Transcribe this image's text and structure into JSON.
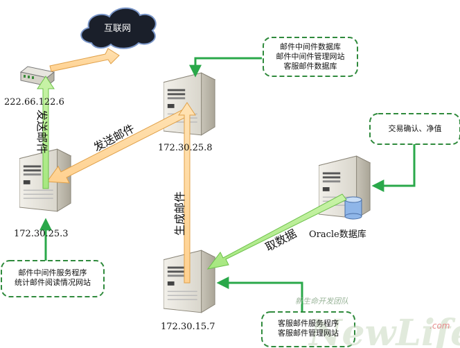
{
  "internet_label": "互联网",
  "nodes": {
    "router_ip": "222.66.122.6",
    "center_server_ip": "172.30.25.8",
    "left_server_ip": "172.30.25.3",
    "bottom_server_ip": "172.30.15.7",
    "oracle_label": "Oracle数据库"
  },
  "notes": {
    "top": [
      "邮件中间件数据库",
      "邮件中间件管理网站",
      "客服邮件数据库"
    ],
    "right": [
      "交易确认、净值"
    ],
    "left": [
      "邮件中间件服务程序",
      "统计邮件阅读情况网站"
    ],
    "bottom": [
      "客服邮件服务程序",
      "客服邮件管理网站"
    ]
  },
  "arrows": {
    "send_mail_vertical": "发送邮件",
    "send_mail_diagonal": "发送邮件",
    "generate_mail": "生成邮件",
    "fetch_data": "取数据"
  },
  "watermark": {
    "team": "新生命开发团队",
    "brand": "NewLifex",
    "suffix": ".com"
  },
  "colors": {
    "orange_arrow": "#f5a84a",
    "green_arrow": "#80dd5a",
    "green_line": "#2aa84a",
    "note_border": "#2f8a3c",
    "cloud": "#1a1f2a"
  }
}
